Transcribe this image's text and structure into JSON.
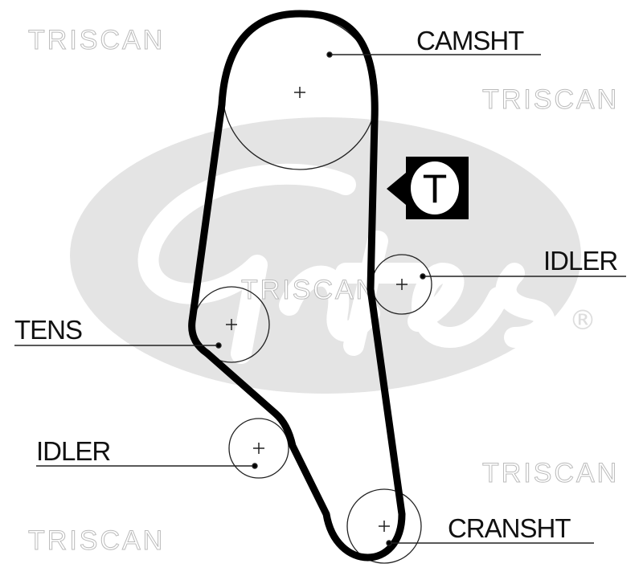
{
  "diagram": {
    "labels": {
      "camshaft": "CAMSHT",
      "idler_upper": "IDLER",
      "tensioner": "TENS",
      "idler_lower": "IDLER",
      "crankshaft": "CRANSHT"
    },
    "tension_marker": "T",
    "watermark": "TRISCAN",
    "background_logo": "Gates",
    "registered_mark": "®",
    "colors": {
      "belt": "#000000",
      "logo": "#e4e4e4",
      "watermark_outline": "#bbbbbb"
    }
  }
}
